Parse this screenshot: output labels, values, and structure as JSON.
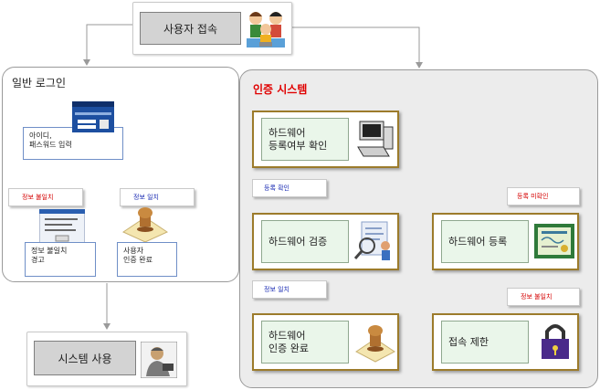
{
  "top": {
    "label": "사용자 접속"
  },
  "left_panel": {
    "title": "일반 로그인",
    "login_box": {
      "line1": "아이디,",
      "line2": "패스워드 입력"
    },
    "tag_mismatch": "정보 불일치",
    "tag_match": "정보 일치",
    "warn_box": {
      "line1": "정보 불일치",
      "line2": "경고"
    },
    "auth_box": {
      "line1": "사용자",
      "line2": "인증 완료"
    }
  },
  "system_use": {
    "label": "시스템 사용"
  },
  "right_panel": {
    "title": "인증 시스템",
    "title_color": "#e00000",
    "hw_check": {
      "line1": "하드웨어",
      "line2": "등록여부 확인"
    },
    "tag_reg_ok": "등록 확인",
    "tag_reg_unconfirmed": "등록 미확인",
    "hw_verify": {
      "label": "하드웨어 검증"
    },
    "hw_register": {
      "label": "하드웨어 등록"
    },
    "tag_info_match": "정보 일치",
    "tag_info_mismatch": "정보 불일치",
    "hw_auth_done": {
      "line1": "하드웨어",
      "line2": "인증 완료"
    },
    "access_limit": {
      "label": "접속 제한"
    }
  }
}
